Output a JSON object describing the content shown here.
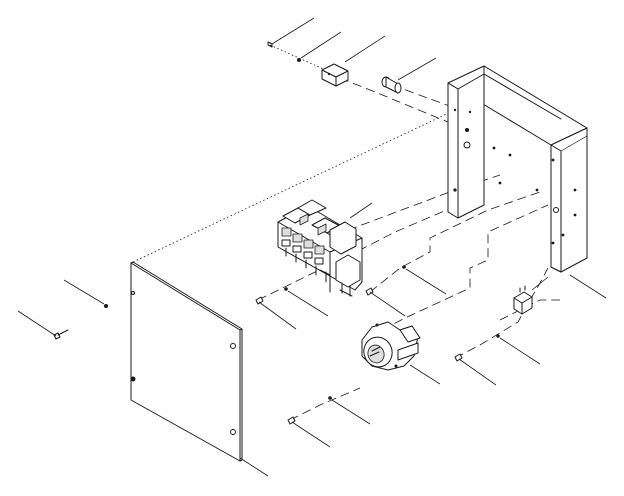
{
  "diagram": {
    "type": "exploded-assembly",
    "components": [
      "rear-bracket",
      "front-cover-panel",
      "relay-fuse-block",
      "round-connector",
      "small-relay",
      "mounting-clip",
      "round-plug",
      "screws",
      "washers",
      "nuts"
    ],
    "callouts": []
  },
  "colors": {
    "line": "#1a1a1a",
    "background": "#ffffff",
    "shade": "#dedede"
  }
}
